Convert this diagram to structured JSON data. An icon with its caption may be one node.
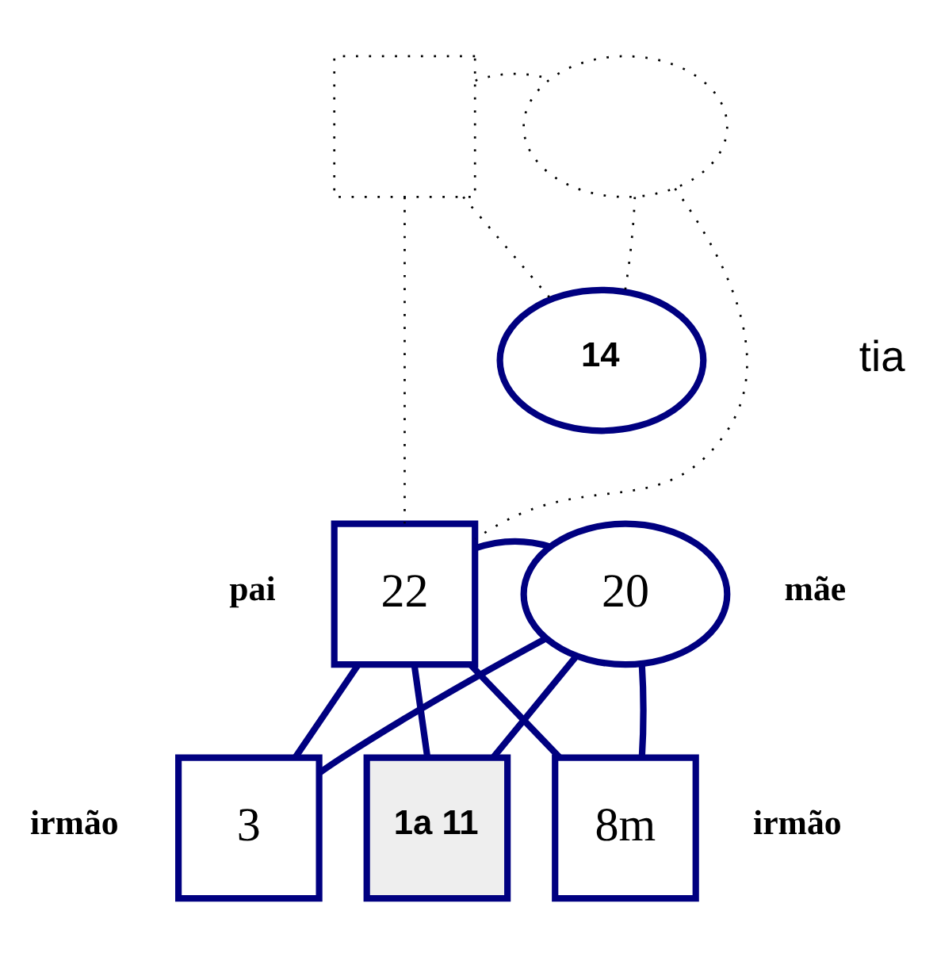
{
  "diagram": {
    "nodes": [
      {
        "text": [],
        "shape": "box"
      },
      {
        "text": [],
        "shape": "circle"
      },
      {
        "text": [
          "14"
        ],
        "beside": [
          "tia"
        ]
      },
      {
        "text": [
          "22"
        ],
        "beside": [
          "pai"
        ]
      },
      {
        "text": [
          "20"
        ],
        "beside": [
          "mãe"
        ]
      },
      {
        "text": [
          "3"
        ],
        "beside": [
          "irmão"
        ]
      },
      {
        "text": [
          "1a 11"
        ]
      },
      {
        "text": [
          "8m"
        ],
        "beside": [
          "irmão"
        ]
      }
    ],
    "edges": [
      {
        "from": 0,
        "to": 1,
        "arrow": "none",
        "style": "dashed",
        "color": "#000000"
      },
      {
        "from": 0,
        "to": 3,
        "arrow": "none",
        "style": "dashed",
        "color": "#000000"
      },
      {
        "from": 1,
        "to": 3,
        "arrow": "none",
        "style": "dashed",
        "color": "#000000"
      },
      {
        "from": 0,
        "to": 2,
        "arrow": "none",
        "style": "dashed",
        "color": "#000000"
      },
      {
        "from": 1,
        "to": 2,
        "arrow": "none",
        "style": "dashed",
        "color": "#000000"
      },
      {
        "from": 3,
        "to": 4,
        "arrow": "none"
      },
      {
        "from": 3,
        "to": 5,
        "arrow": "none"
      },
      {
        "from": 4,
        "to": 5,
        "arrow": "none"
      },
      {
        "from": 3,
        "to": 6,
        "arrow": "none"
      },
      {
        "from": 4,
        "to": 6,
        "arrow": "none"
      },
      {
        "from": 3,
        "to": 7,
        "arrow": "none"
      },
      {
        "from": 4,
        "to": 7,
        "arrow": "none"
      }
    ]
  }
}
